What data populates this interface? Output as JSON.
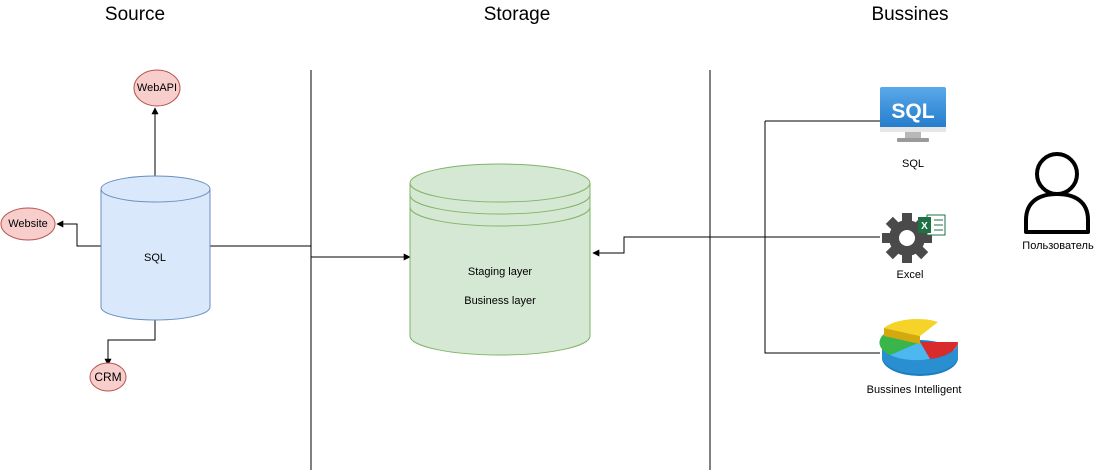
{
  "columns": {
    "source": "Source",
    "storage": "Storage",
    "business": "Bussines"
  },
  "source": {
    "db_label": "SQL",
    "webapi": "WebAPI",
    "website": "Website",
    "crm": "CRM"
  },
  "storage": {
    "layer1": "Staging layer",
    "layer2": "Business layer"
  },
  "business": {
    "sql_label": "SQL",
    "sql_icon_text": "SQL",
    "excel_label": "Excel",
    "bi_label": "Bussines Intelligent",
    "user_label": "Пользователь"
  },
  "colors": {
    "source_db_fill": "#dae8fc",
    "source_db_stroke": "#6c8ebf",
    "endpoint_fill": "#f8cecc",
    "endpoint_stroke": "#b85450",
    "storage_fill": "#d5e8d4",
    "storage_stroke": "#82b366"
  }
}
